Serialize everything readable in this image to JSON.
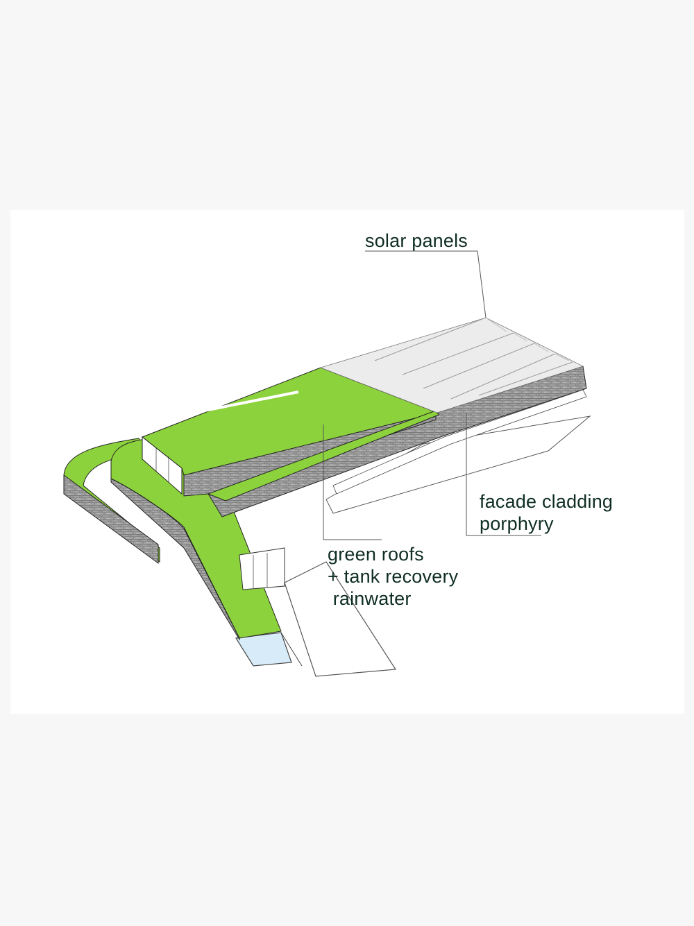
{
  "labels": {
    "solar_panels": "solar panels",
    "facade": "facade cladding\nporphyry",
    "green_roofs": "green roofs\n+ tank recovery\n rainwater"
  },
  "colors": {
    "page_background": "#f7f7f7",
    "panel_background": "#ffffff",
    "green_roof": "#8cd23c",
    "stone_wall": "#9a9a9a",
    "solar_panel": "#ececec",
    "water": "#d7ecf8",
    "text": "#0e2d24"
  }
}
